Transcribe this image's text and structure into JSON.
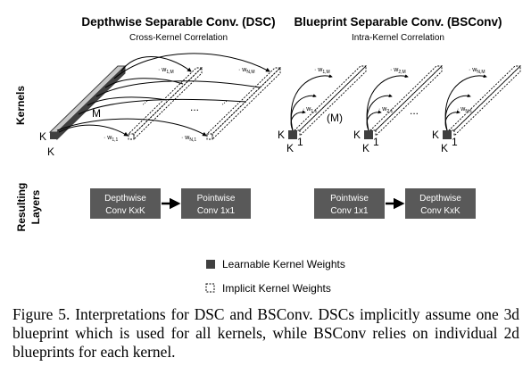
{
  "figure": {
    "left_title": "Depthwise Separable Conv. (DSC)",
    "left_subtitle": "Cross-Kernel Correlation",
    "right_title": "Blueprint Separable Conv. (BSConv)",
    "right_subtitle": "Intra-Kernel Correlation",
    "row_label_kernels": "Kernels",
    "row_label_layers_1": "Resulting",
    "row_label_layers_2": "Layers",
    "dsc_size_k": "K",
    "dsc_size_k2": "K",
    "dsc_size_m": "M",
    "ellipsis": "...",
    "dsc_weights": {
      "w1m": "w",
      "w1m_sub": "1,M",
      "wnm": "w",
      "wnm_sub": "N,M",
      "w11": "w",
      "w11_sub": "1,1",
      "wn1": "w",
      "wn1_sub": "N,1"
    },
    "bs_weights": {
      "a_top": "w",
      "a_top_sub": "1,M",
      "a_bot": "w",
      "a_bot_sub": "1,1",
      "b_top": "w",
      "b_top_sub": "2,M",
      "b_bot": "w",
      "b_bot_sub": "2,1",
      "c_top": "w",
      "c_top_sub": "N,M",
      "c_bot": "w",
      "c_bot_sub": "N,1"
    },
    "bs_m": "(M)",
    "bs_k": "K",
    "bs_one": "1",
    "boxes": {
      "dsc_box1_l1": "Depthwise",
      "dsc_box1_l2": "Conv KxK",
      "dsc_box2_l1": "Pointwise",
      "dsc_box2_l2": "Conv 1x1",
      "bs_box1_l1": "Pointwise",
      "bs_box1_l2": "Conv 1x1",
      "bs_box2_l1": "Depthwise",
      "bs_box2_l2": "Conv KxK"
    },
    "legend_learnable": "Learnable Kernel Weights",
    "legend_implicit": "Implicit Kernel Weights",
    "colors": {
      "solid": "#404040",
      "box_fill": "#595959",
      "arrow": "#000000"
    }
  },
  "caption": "Figure 5. Interpretations for DSC and BSConv.  DSCs implicitly assume one 3d blueprint which is used for all kernels, while BSConv relies on individual 2d blueprints for each kernel."
}
